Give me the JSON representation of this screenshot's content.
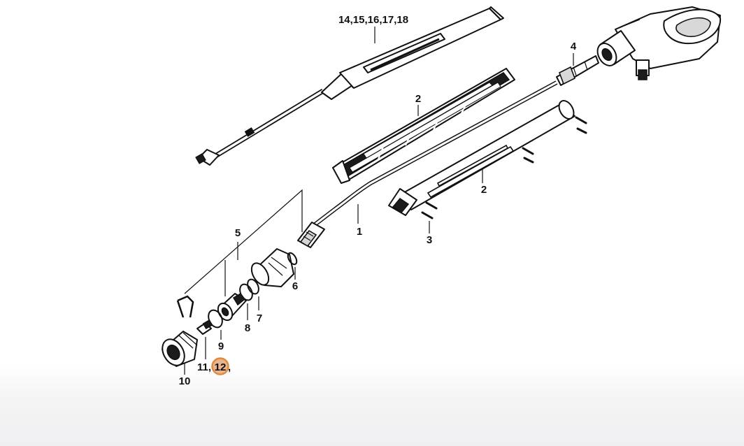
{
  "diagram": {
    "labels": {
      "wand_set": "14,15,16,17,18",
      "handle_half_top": "2",
      "handle_half_bottom": "2",
      "connector": "4",
      "spray_tube": "1",
      "screw": "3",
      "nozzle_assembly": "5",
      "o_ring_small": "6",
      "o_ring_7": "7",
      "o_ring_8": "8",
      "o_ring_9": "9",
      "cap": "10",
      "nozzle_part_prefix": "11,",
      "nozzle_part_highlighted": "12",
      "nozzle_part_suffix": ","
    },
    "highlight": {
      "part": "12",
      "color": "#e08a3e"
    }
  }
}
